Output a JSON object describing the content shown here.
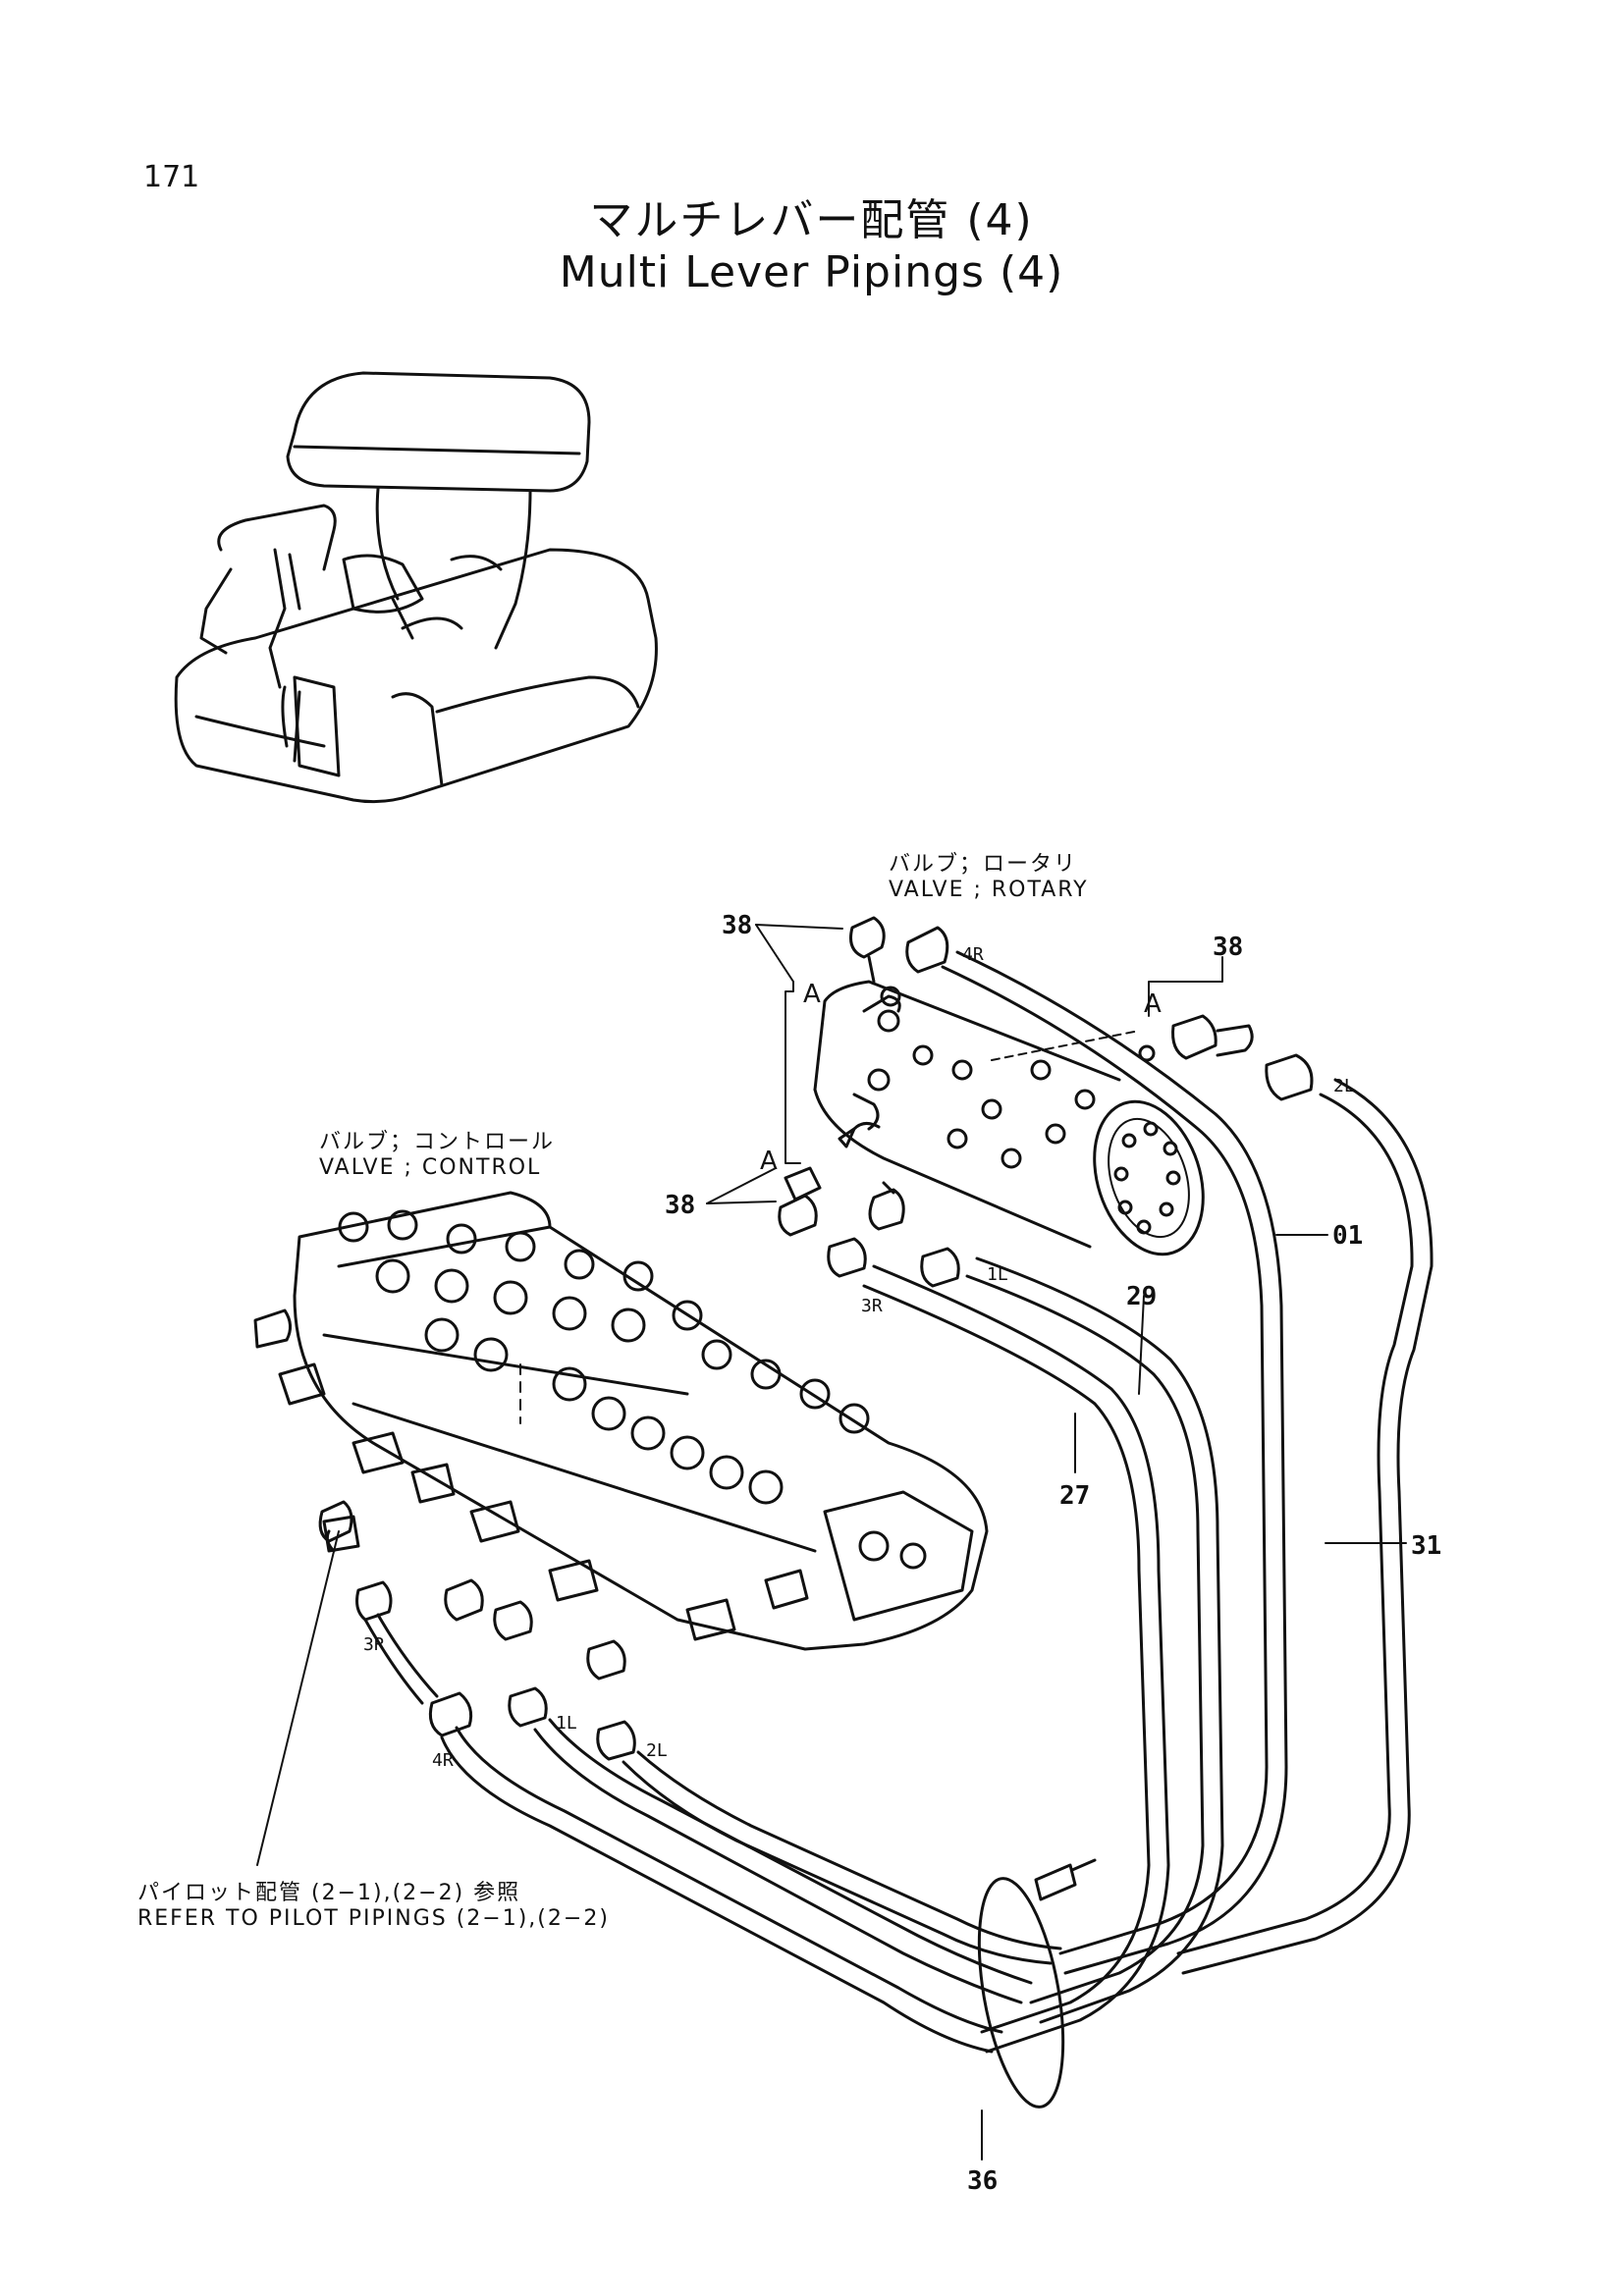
{
  "page_number": "171",
  "title_jp": "マルチレバー配管 (4)",
  "title_en": "Multi Lever Pipings (4)",
  "valve_rotary": {
    "jp": "バルブ；ロータリ",
    "en": "VALVE ; ROTARY"
  },
  "valve_control": {
    "jp": "バルブ；コントロール",
    "en": "VALVE ; CONTROL"
  },
  "pilot_ref": {
    "jp": "パイロット配管 (2−1),(2−2) 参照",
    "en": "REFER TO PILOT PIPINGS (2−1),(2−2)"
  },
  "part_numbers": {
    "p38_top": "38",
    "p38_right": "38",
    "p38_mid": "38",
    "p01": "01",
    "p29": "29",
    "p27": "27",
    "p31": "31",
    "p36": "36"
  },
  "detail_marks": {
    "a1": "A",
    "a2": "A",
    "a3": "A"
  },
  "ports": {
    "top_4r": "4R",
    "top_2l": "2L",
    "top_1l": "1L",
    "top_3r": "3R",
    "bot_3r": "3R",
    "bot_4r": "4R",
    "bot_1l": "1L",
    "bot_2l": "2L"
  }
}
